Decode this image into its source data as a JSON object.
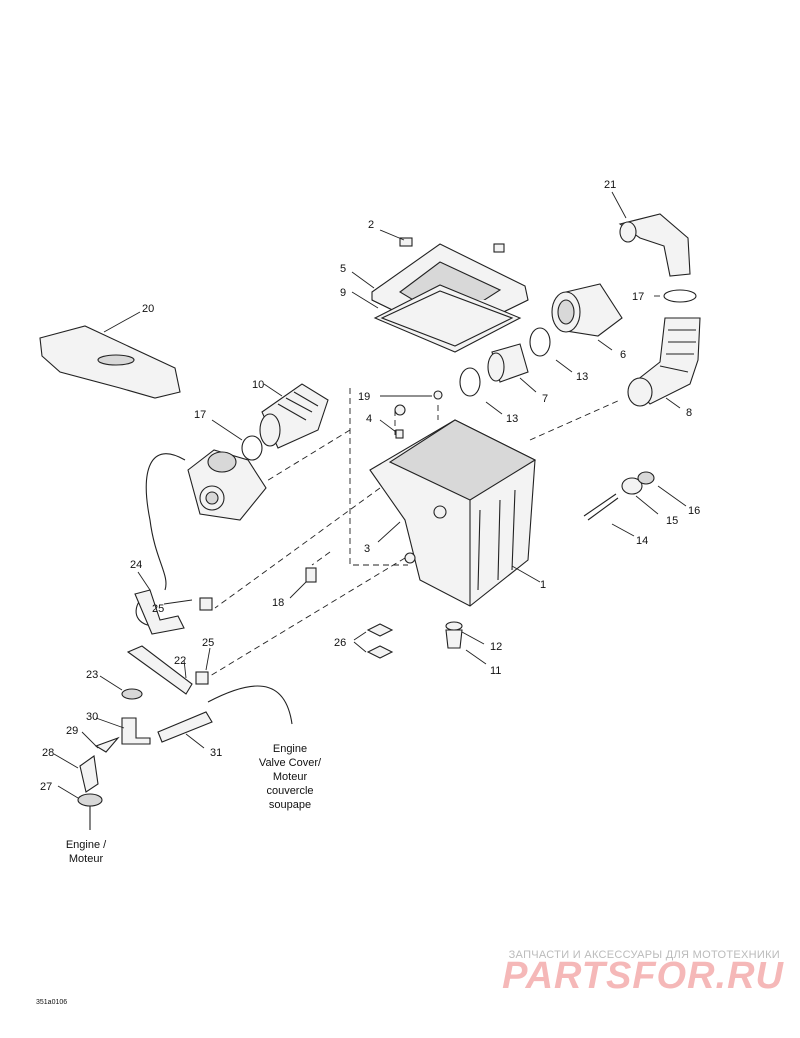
{
  "diagram": {
    "part_labels": [
      "1",
      "2",
      "3",
      "4",
      "5",
      "6",
      "7",
      "8",
      "9",
      "10",
      "11",
      "12",
      "13",
      "13",
      "14",
      "15",
      "16",
      "17",
      "17",
      "18",
      "19",
      "20",
      "21",
      "22",
      "23",
      "24",
      "25",
      "25",
      "26",
      "27",
      "28",
      "29",
      "30",
      "31"
    ],
    "notes": {
      "valve_cover": [
        "Engine",
        "Valve Cover/",
        "Moteur",
        "couvercle",
        "soupape"
      ],
      "engine": [
        "Engine /",
        "Moteur"
      ]
    },
    "drawing_code": "351a0106"
  },
  "watermark": {
    "tagline": "ЗАПЧАСТИ И АКСЕССУАРЫ ДЛЯ МОТОТЕХНИКИ",
    "logo": "PARTSFOR.RU",
    "logo_color": "#f5b8b8"
  }
}
